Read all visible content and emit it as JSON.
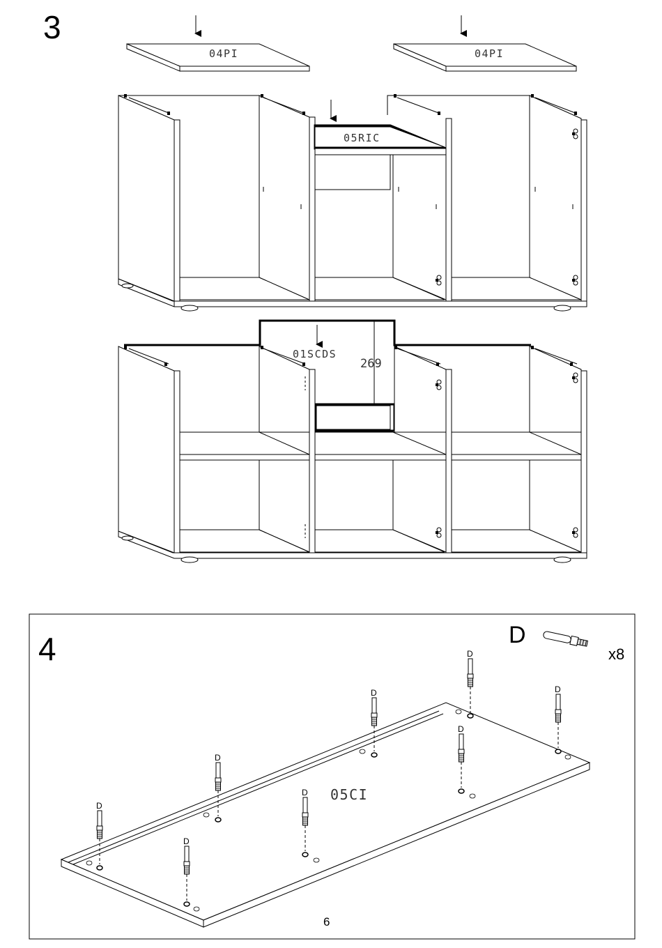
{
  "step3": {
    "number": "3",
    "top_panel_label": "04PI",
    "middle_shelf_label": "05RIC",
    "back_panel_label": "01SCDS",
    "dimension": "269"
  },
  "step4": {
    "number": "4",
    "panel_label": "05CI",
    "dowel_letter": "D",
    "legend_letter": "D",
    "quantity": "x8"
  },
  "page_number": "6"
}
